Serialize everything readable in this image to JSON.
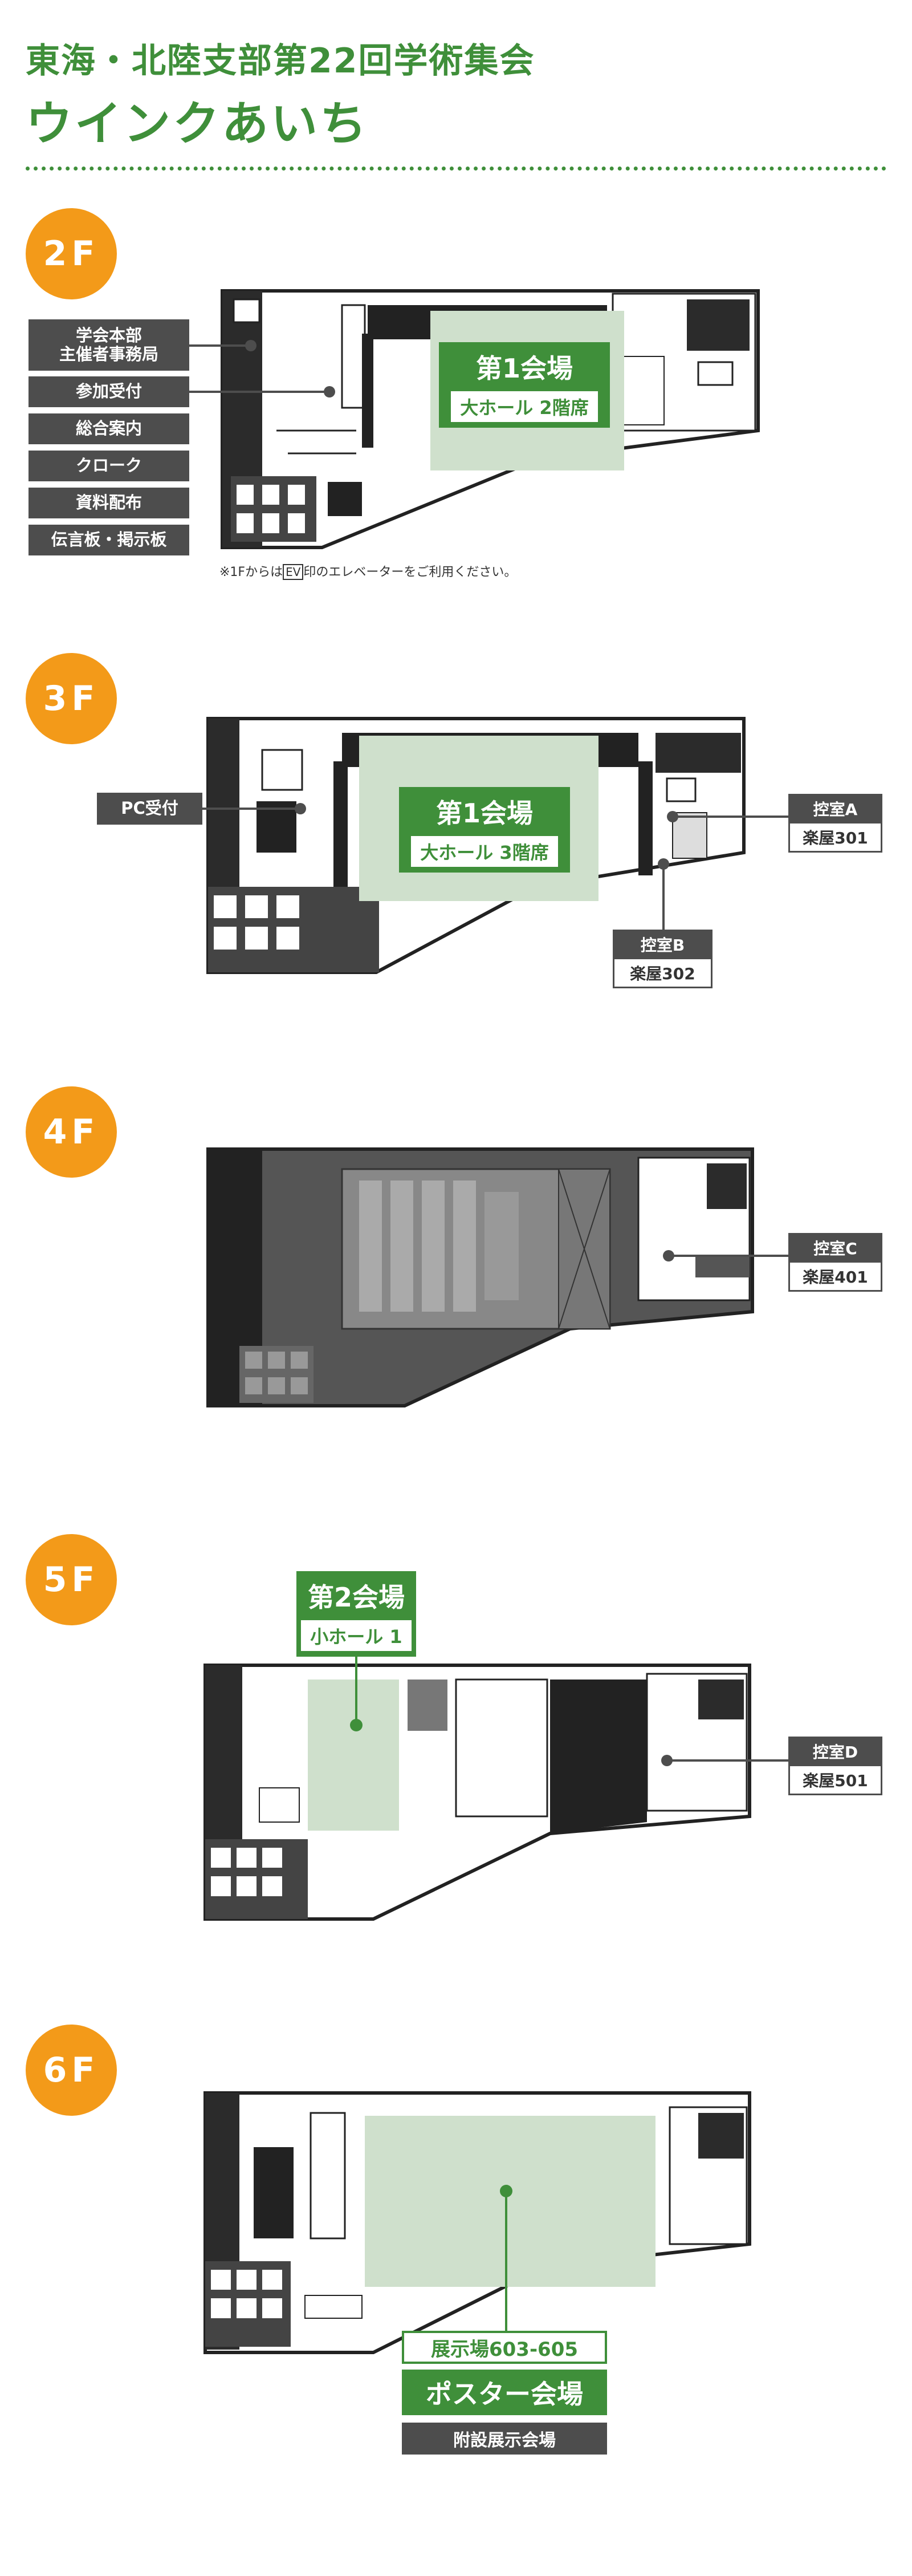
{
  "header": {
    "title": "東海・北陸支部第22回学術集会",
    "venue": "ウインクあいち"
  },
  "colors": {
    "brand_green": "#3f8f3a",
    "floor_badge": "#f39a19",
    "label_gray": "#4d4d4d",
    "hall_fill": "#cfe0cc"
  },
  "floors": {
    "f2": {
      "badge": "2F",
      "labels": [
        "学会本部",
        "主催者事務局",
        "参加受付",
        "総合案内",
        "クローク",
        "資料配布",
        "伝言板・掲示板"
      ],
      "venue_title": "第1会場",
      "venue_sub": "大ホール 2階席",
      "note_prefix": "※1Fからは",
      "note_ev": "EV",
      "note_suffix": "印のエレベーターをご利用ください。"
    },
    "f3": {
      "badge": "3F",
      "pc_label": "PC受付",
      "venue_title": "第1会場",
      "venue_sub": "大ホール 3階席",
      "room_a_title": "控室A",
      "room_a_sub": "楽屋301",
      "room_b_title": "控室B",
      "room_b_sub": "楽屋302"
    },
    "f4": {
      "badge": "4F",
      "room_c_title": "控室C",
      "room_c_sub": "楽屋401"
    },
    "f5": {
      "badge": "5F",
      "venue_title": "第2会場",
      "venue_sub": "小ホール 1",
      "room_d_title": "控室D",
      "room_d_sub": "楽屋501"
    },
    "f6": {
      "badge": "6F",
      "hall_label": "展示場603-605",
      "venue_title": "ポスター会場",
      "extra": "附設展示会場"
    }
  }
}
